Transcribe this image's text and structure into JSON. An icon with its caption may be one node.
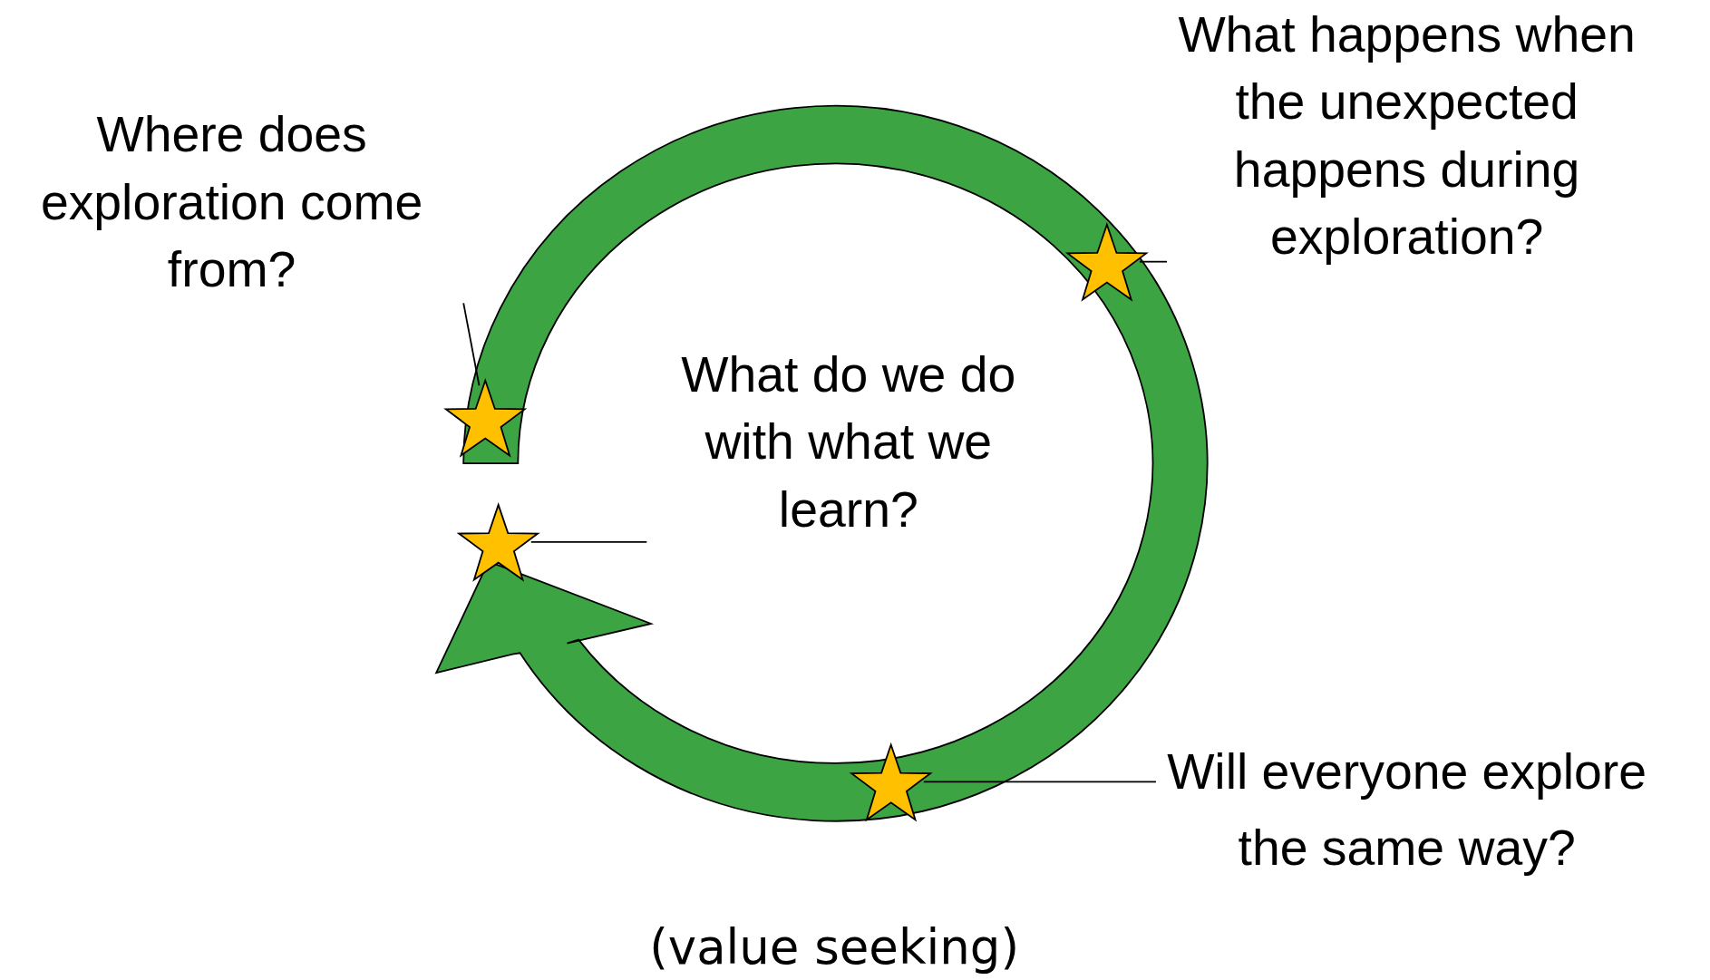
{
  "diagram": {
    "nodes": [
      {
        "text": [
          "Where does exploration come from?"
        ]
      },
      {
        "text": [
          "What happens when the unexpected happens during exploration?"
        ]
      },
      {
        "text": [
          "What do we do with what we learn?"
        ]
      },
      {
        "text": [
          "Will everyone explore the same way?"
        ]
      },
      {
        "text": [],
        "shape": "star"
      },
      {
        "text": [],
        "shape": "star"
      },
      {
        "text": [],
        "shape": "star"
      },
      {
        "text": [],
        "shape": "star"
      }
    ],
    "edges": [
      {
        "from": 0,
        "to": 4,
        "arrow": "none"
      },
      {
        "from": 1,
        "to": 7,
        "arrow": "none"
      },
      {
        "from": 2,
        "to": 5,
        "arrow": "none"
      },
      {
        "from": 3,
        "to": 6,
        "arrow": "none"
      }
    ],
    "labels": [
      "(value seeking)"
    ]
  }
}
